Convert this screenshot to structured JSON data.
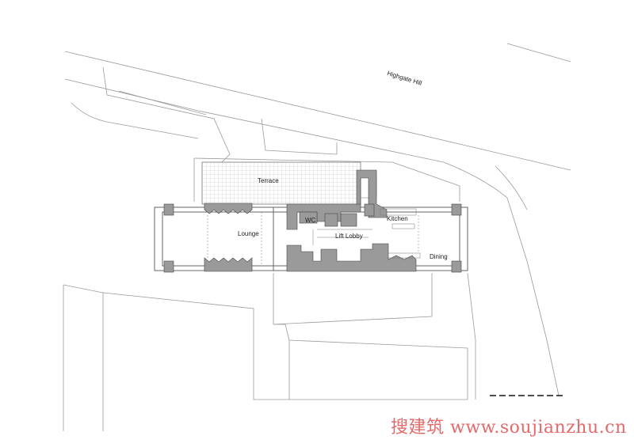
{
  "labels": {
    "street": "Highgate Hill",
    "terrace": "Terrace",
    "lounge": "Lounge",
    "wc": "WC",
    "lift_lobby": "Lift Lobby",
    "kitchen": "Kitchen",
    "dining": "Dining"
  },
  "watermark": "搜建筑 www.soujianzhu.cn",
  "colors": {
    "wall_fill": "#9a9a9a",
    "line": "#555555",
    "light_line": "#9a9a9a",
    "watermark": "#e36a6a"
  }
}
